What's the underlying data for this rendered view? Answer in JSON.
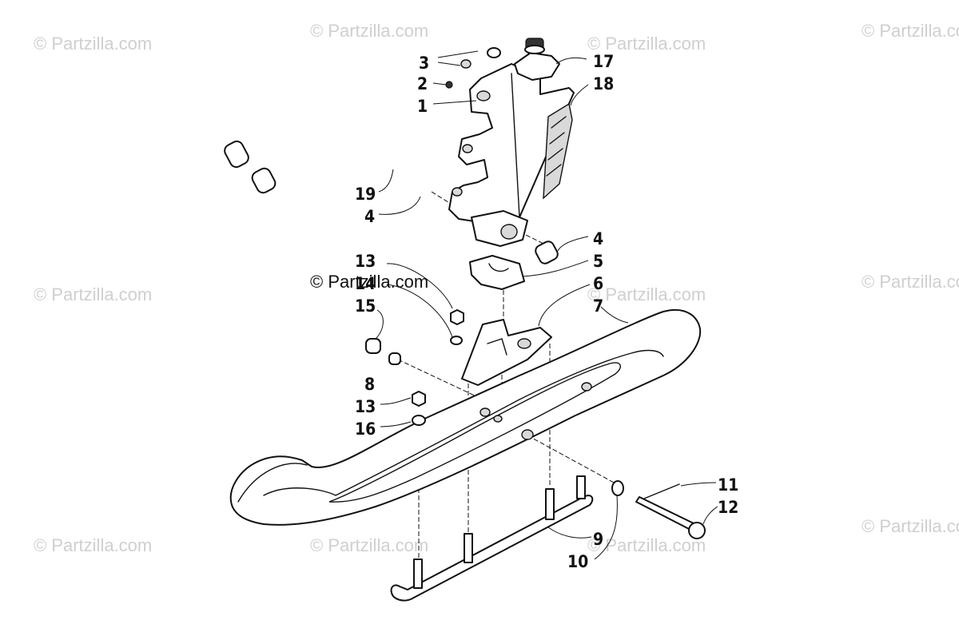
{
  "watermark_text": "© Partzilla.com",
  "callouts": {
    "c1": "1",
    "c2": "2",
    "c3": "3",
    "c4a": "4",
    "c4b": "4",
    "c5": "5",
    "c6": "6",
    "c7": "7",
    "c8": "8",
    "c9": "9",
    "c10": "10",
    "c11": "11",
    "c12": "12",
    "c13a": "13",
    "c13b": "13",
    "c14": "14",
    "c15": "15",
    "c16": "16",
    "c17": "17",
    "c18": "18",
    "c19": "19"
  },
  "colors": {
    "line": "#111111",
    "watermark": "#cfcfcf",
    "background": "#ffffff"
  }
}
